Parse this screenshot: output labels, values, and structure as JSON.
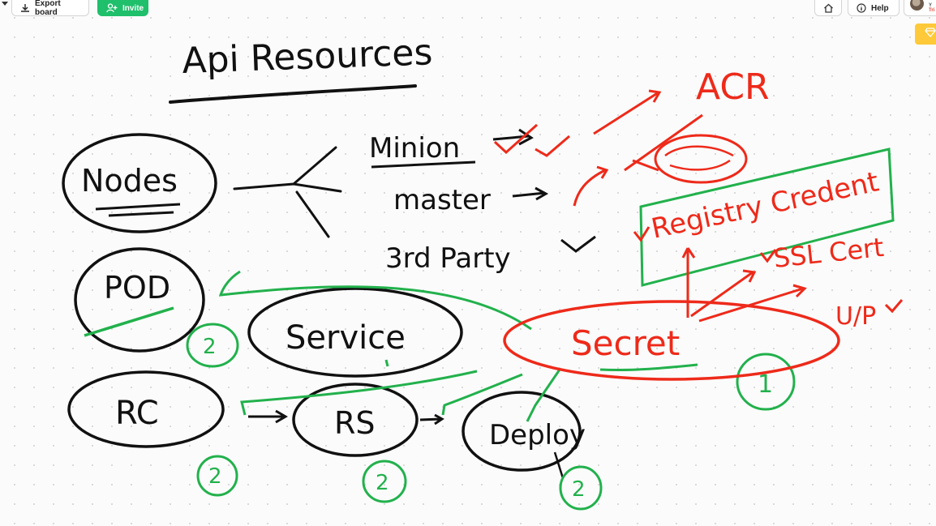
{
  "toolbar": {
    "export_label": "Export board",
    "invite_label": "Invite",
    "help_label": "Help",
    "user_snippet_top": "Y",
    "user_snippet_bottom": "Tri"
  },
  "whiteboard": {
    "title": "Api Resources",
    "list_items": [
      "Minion",
      "master",
      "3rd Party"
    ],
    "nodes": [
      "Nodes",
      "POD",
      "Service",
      "RC",
      "RS",
      "Deploy",
      "Secret"
    ],
    "secret_items": [
      "ACR",
      "Registry Credent",
      "SSL Cert",
      "U/P"
    ],
    "counts": [
      "2",
      "2",
      "2",
      "2",
      "1"
    ],
    "colors": {
      "ink_black": "#111111",
      "ink_green": "#22b14c",
      "ink_red": "#ee2a1a",
      "invite_green": "#1fbf6b",
      "badge_yellow": "#ffc93a"
    }
  }
}
